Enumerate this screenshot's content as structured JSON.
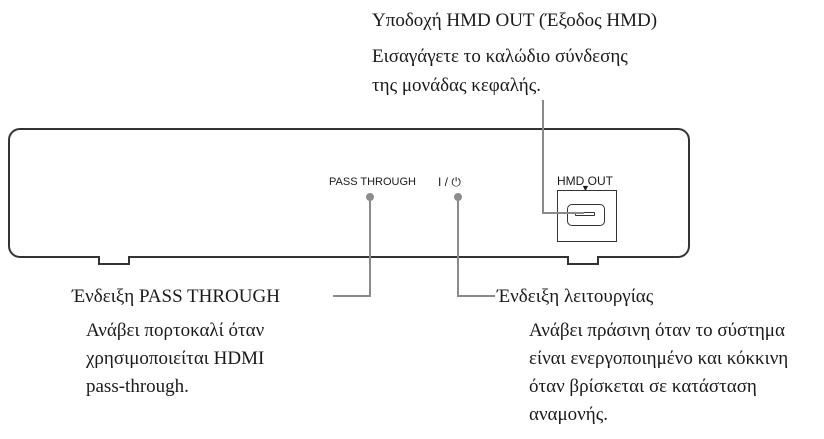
{
  "callouts": {
    "hmd_out": {
      "title": "Υποδοχή HMD OUT (Έξοδος HMD)",
      "description_line1": "Εισαγάγετε το καλώδιο σύνδεσης",
      "description_line2": "της μονάδας κεφαλής."
    },
    "pass_through": {
      "title": "Ένδειξη PASS THROUGH",
      "description_line1": "Ανάβει πορτοκαλί όταν",
      "description_line2": "χρησιμοποιείται HDMI",
      "description_line3": "pass-through."
    },
    "power": {
      "title": "Ένδειξη λειτουργίας",
      "description_line1": "Ανάβει πράσινη όταν το σύστημα",
      "description_line2": "είναι ενεργοποιημένο και κόκκινη",
      "description_line3": "όταν βρίσκεται σε κατάσταση",
      "description_line4": "αναμονής."
    }
  },
  "device_labels": {
    "pass_through": "PASS THROUGH",
    "power_symbol": "I / ⏻",
    "hmd_out": "HMD OUT",
    "hmd_out_arrow": "▼"
  },
  "colors": {
    "outline": "#333333",
    "leader_line": "#8a8a8a",
    "led": "#8c8c8c"
  }
}
